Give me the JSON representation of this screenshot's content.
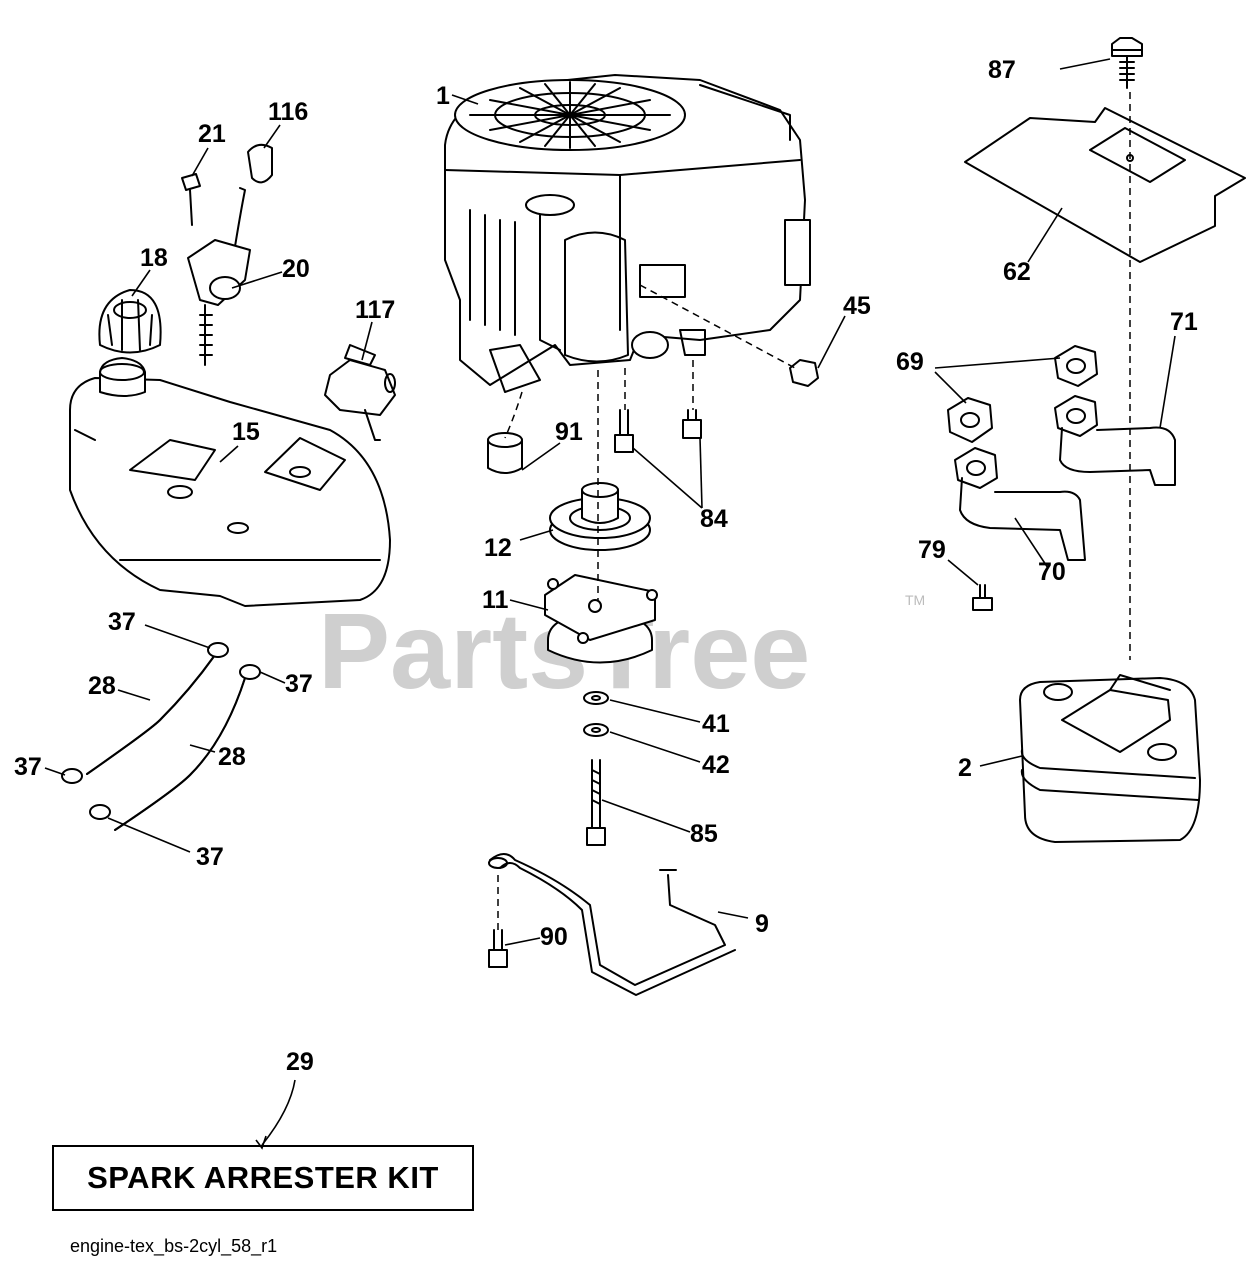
{
  "watermark": {
    "text": "PartsTree",
    "trademark": "TM"
  },
  "callouts": {
    "c1": "1",
    "c2": "2",
    "c9": "9",
    "c11": "11",
    "c12": "12",
    "c15": "15",
    "c18": "18",
    "c20": "20",
    "c21": "21",
    "c28a": "28",
    "c28b": "28",
    "c29": "29",
    "c37a": "37",
    "c37b": "37",
    "c37c": "37",
    "c37d": "37",
    "c41": "41",
    "c42": "42",
    "c45": "45",
    "c62": "62",
    "c69": "69",
    "c70": "70",
    "c71": "71",
    "c79": "79",
    "c84": "84",
    "c85": "85",
    "c87": "87",
    "c90": "90",
    "c91": "91",
    "c116": "116",
    "c117": "117"
  },
  "kit_label": "SPARK ARRESTER KIT",
  "diagram_id": "engine-tex_bs-2cyl_58_r1"
}
